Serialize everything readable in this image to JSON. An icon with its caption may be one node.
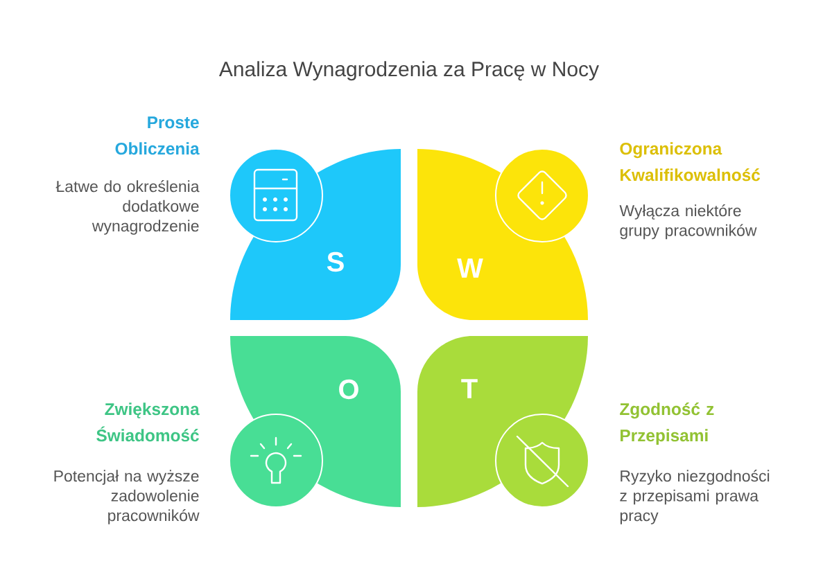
{
  "diagram": {
    "title": "Analiza Wynagrodzenia za Pracę w Nocy",
    "nodes": [
      {
        "text": [
          "S"
        ],
        "beside": [
          "Proste Obliczenia",
          "Łatwe do określenia dodatkowe wynagrodzenie"
        ]
      },
      {
        "text": [
          "W"
        ],
        "beside": [
          "Ograniczona Kwalifikowalność",
          "Wyłącza niektóre grupy pracowników"
        ]
      },
      {
        "text": [
          "O"
        ],
        "beside": [
          "Zwiększona Świadomość",
          "Potencjał na wyższe zadowolenie pracowników"
        ]
      },
      {
        "text": [
          "T"
        ],
        "beside": [
          "Zgodność z Przepisami",
          "Ryzyko niezgodności z przepisami prawa pracy"
        ]
      }
    ]
  }
}
